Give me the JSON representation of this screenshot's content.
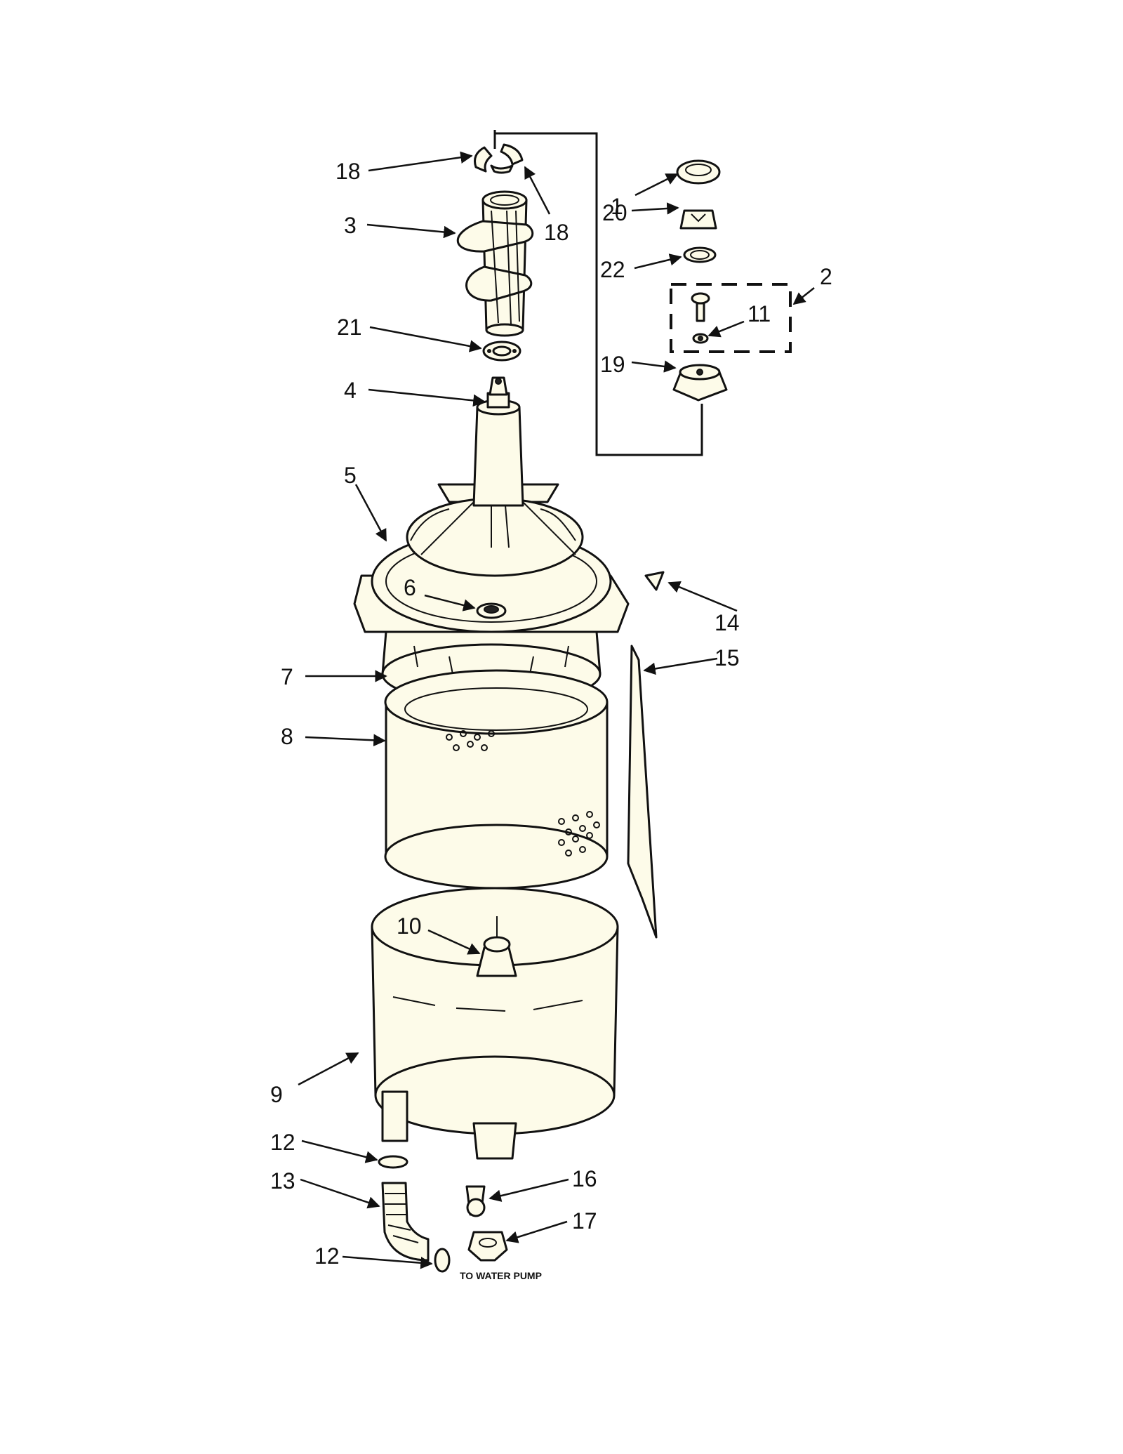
{
  "callouts": {
    "c1": "1",
    "c2": "2",
    "c3": "3",
    "c4": "4",
    "c5": "5",
    "c6": "6",
    "c7": "7",
    "c8": "8",
    "c9": "9",
    "c10": "10",
    "c11": "11",
    "c12a": "12",
    "c12b": "12",
    "c13": "13",
    "c14": "14",
    "c15": "15",
    "c16": "16",
    "c17": "17",
    "c18a": "18",
    "c18b": "18",
    "c19": "19",
    "c20": "20",
    "c21": "21",
    "c22": "22"
  },
  "notes": {
    "to_water_pump": "TO WATER PUMP"
  },
  "colors": {
    "part_fill": "#fdfbe9",
    "outline": "#111111",
    "background": "#ffffff"
  }
}
